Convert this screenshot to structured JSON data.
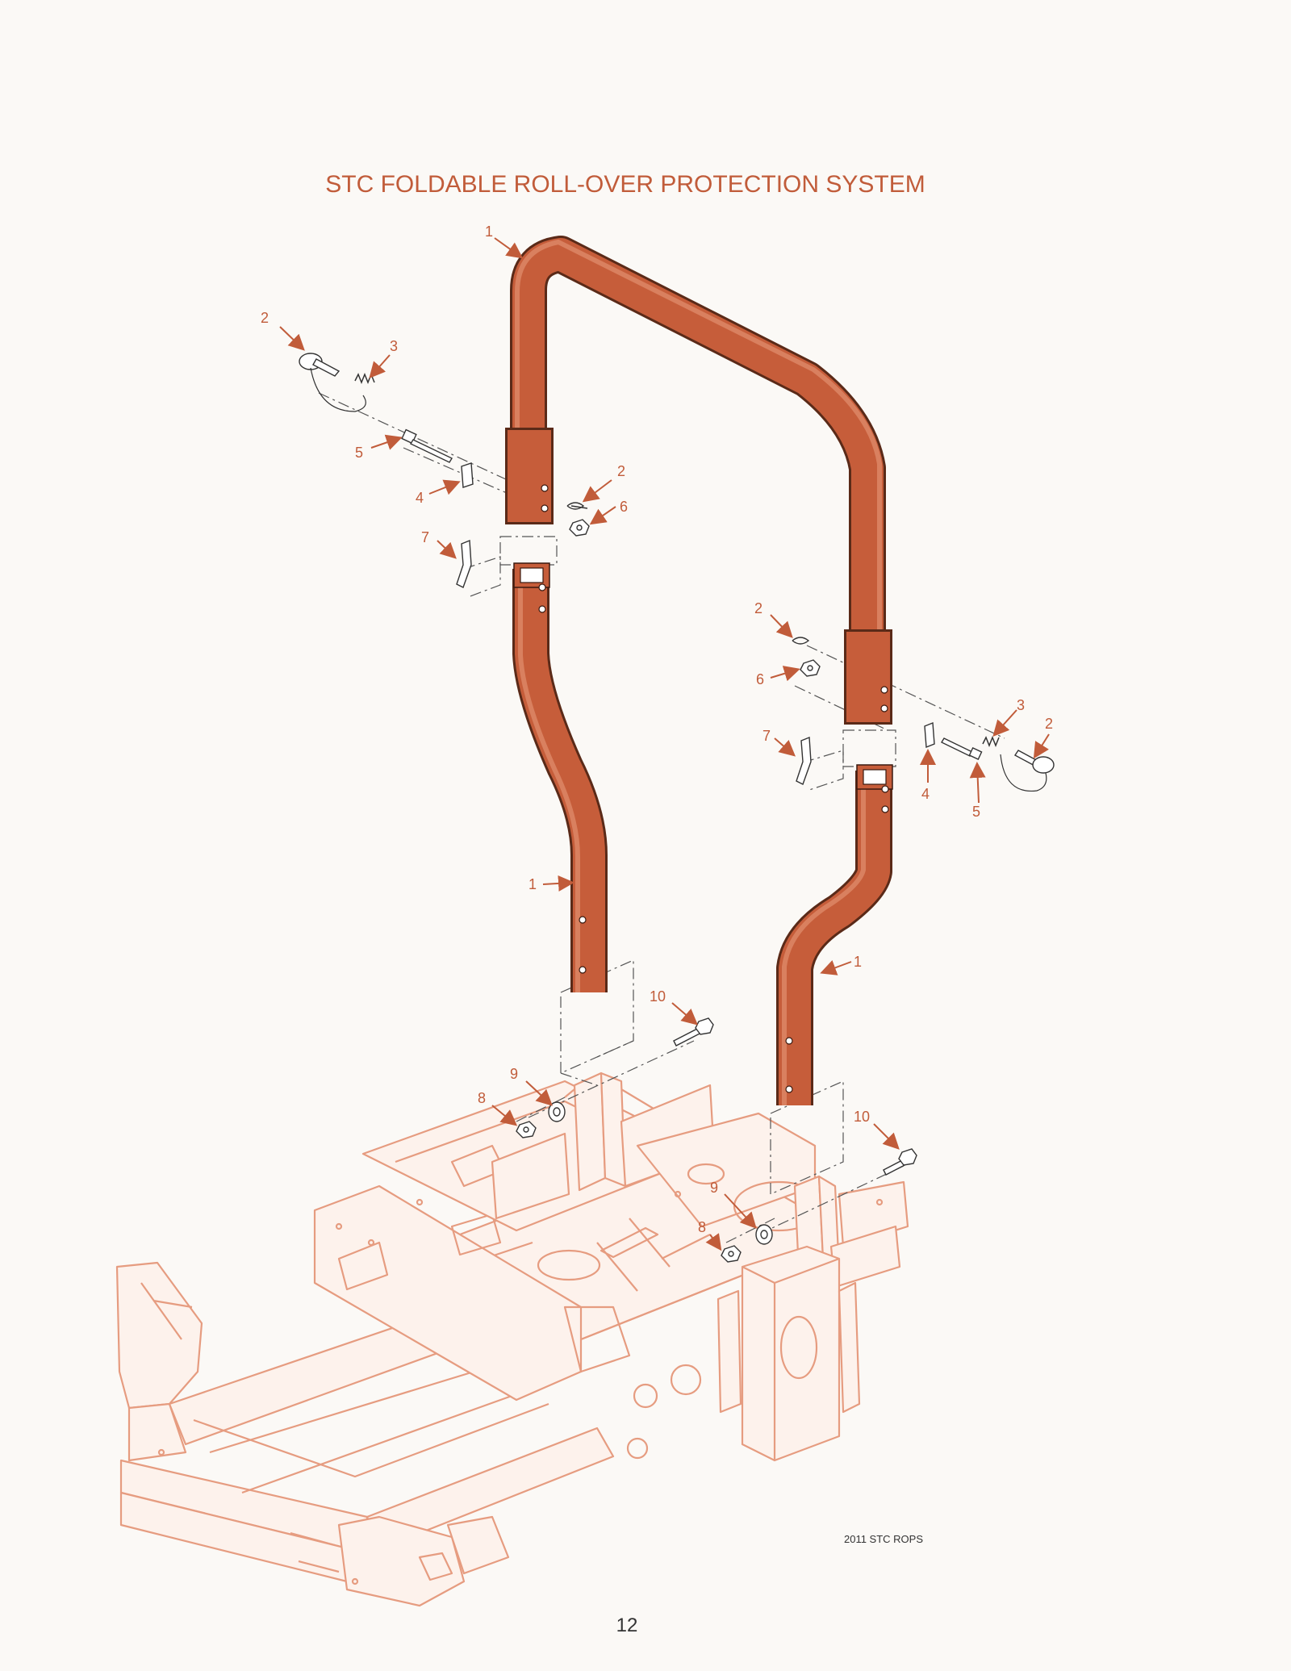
{
  "page": {
    "title": "STC FOLDABLE ROLL-OVER PROTECTION SYSTEM",
    "footer_code": "2011 STC ROPS",
    "page_number": "12"
  },
  "colors": {
    "accent": "#c15c3a",
    "tube": "#c65d3a",
    "frame_line": "#e69c80",
    "background": "#fbf9f6"
  },
  "callouts": [
    "1",
    "2",
    "3",
    "2",
    "5",
    "4",
    "6",
    "7",
    "2",
    "6",
    "3",
    "2",
    "7",
    "4",
    "5",
    "1",
    "1",
    "10",
    "9",
    "8",
    "10",
    "9",
    "8"
  ]
}
